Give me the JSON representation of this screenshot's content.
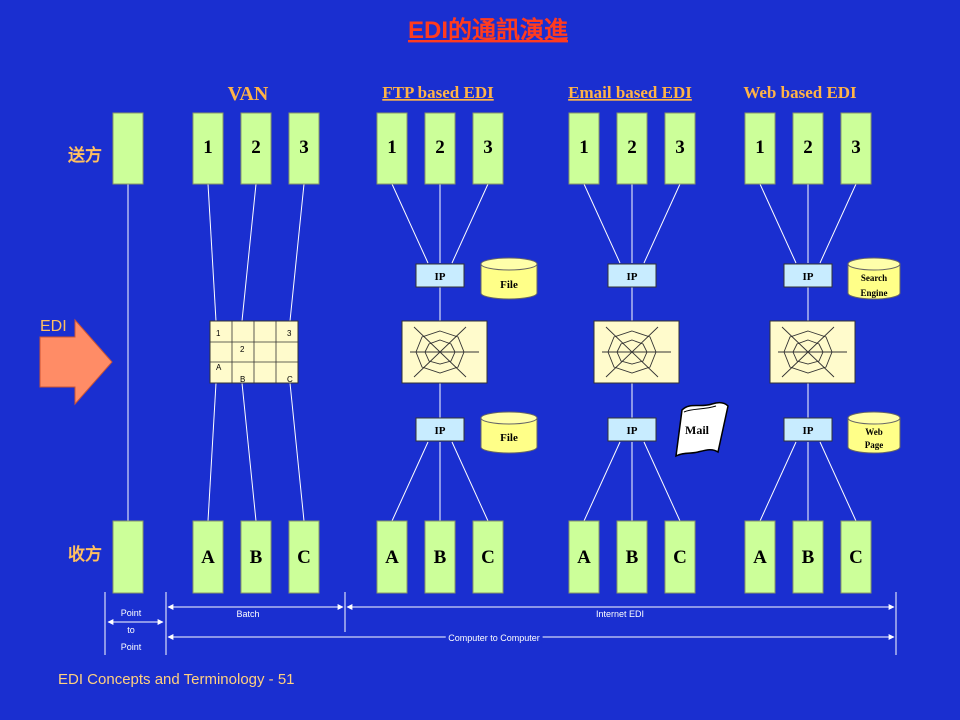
{
  "title": "EDI的通訊演進",
  "sections": {
    "van": "VAN",
    "ftp": "FTP based EDI",
    "email": "Email based EDI",
    "web": "Web based EDI"
  },
  "roles": {
    "sender": "送方",
    "receiver": "收方"
  },
  "edi_arrow_label": "EDI",
  "sender_labels": [
    "1",
    "2",
    "3"
  ],
  "receiver_labels": [
    "A",
    "B",
    "C"
  ],
  "ip_label": "IP",
  "storage": {
    "ftp_top": "File",
    "ftp_bottom": "File",
    "email_bottom": "Mail",
    "web_top_1": "Search",
    "web_top_2": "Engine",
    "web_bottom_1": "Web",
    "web_bottom_2": "Page"
  },
  "mailbox_matrix": [
    "1",
    "2",
    "3",
    "A",
    "B",
    "C"
  ],
  "scale": {
    "point_1": "Point",
    "point_2": "to",
    "point_3": "Point",
    "batch": "Batch",
    "internet": "Internet EDI",
    "computer": "Computer to Computer"
  },
  "footer": "EDI Concepts and Terminology  - 51",
  "colors": {
    "background": "#1a2fd0",
    "box_fill": "#ccff99",
    "network_fill": "#fffbcc",
    "ip_fill": "#c8ecff",
    "cylinder_fill": "#ffff88",
    "arrow_fill": "#ff8c66",
    "title": "#ff3b1f",
    "section_title": "#ffb347"
  }
}
